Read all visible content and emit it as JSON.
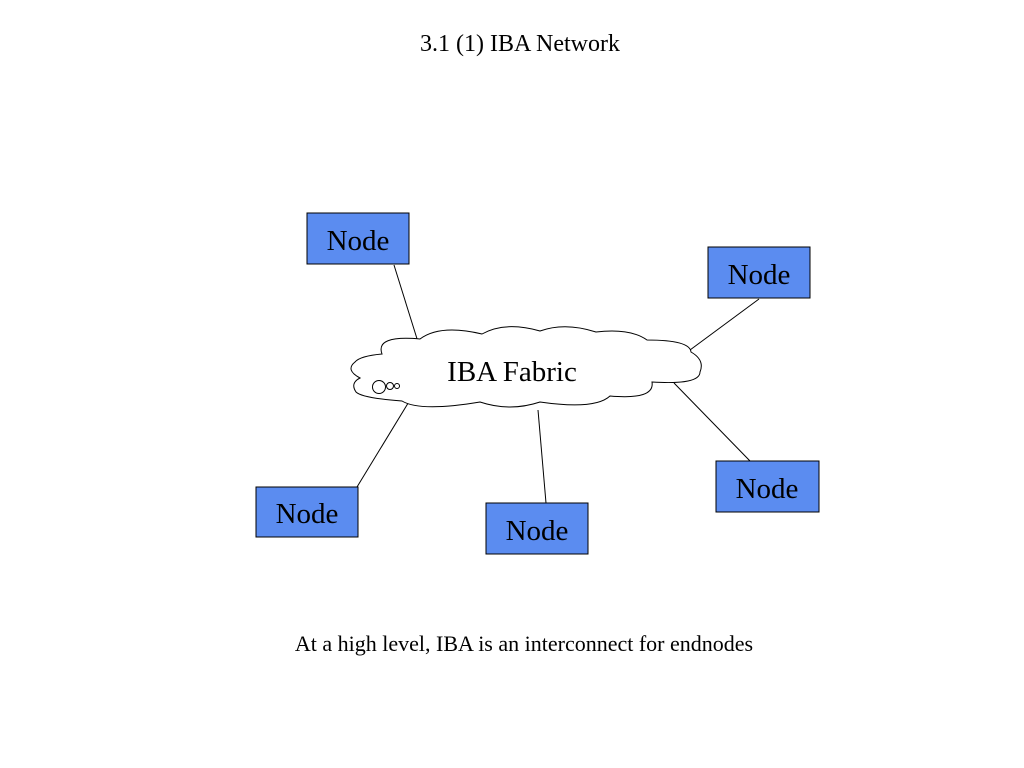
{
  "slide": {
    "title": "3.1 (1) IBA Network",
    "caption": "At a high level, IBA is an interconnect for endnodes"
  },
  "diagram": {
    "fabric": {
      "label": "IBA Fabric"
    },
    "nodes": [
      {
        "label": "Node"
      },
      {
        "label": "Node"
      },
      {
        "label": "Node"
      },
      {
        "label": "Node"
      },
      {
        "label": "Node"
      }
    ],
    "colors": {
      "node_fill": "#5b8cf0",
      "outline": "#000000",
      "background": "#ffffff"
    }
  }
}
